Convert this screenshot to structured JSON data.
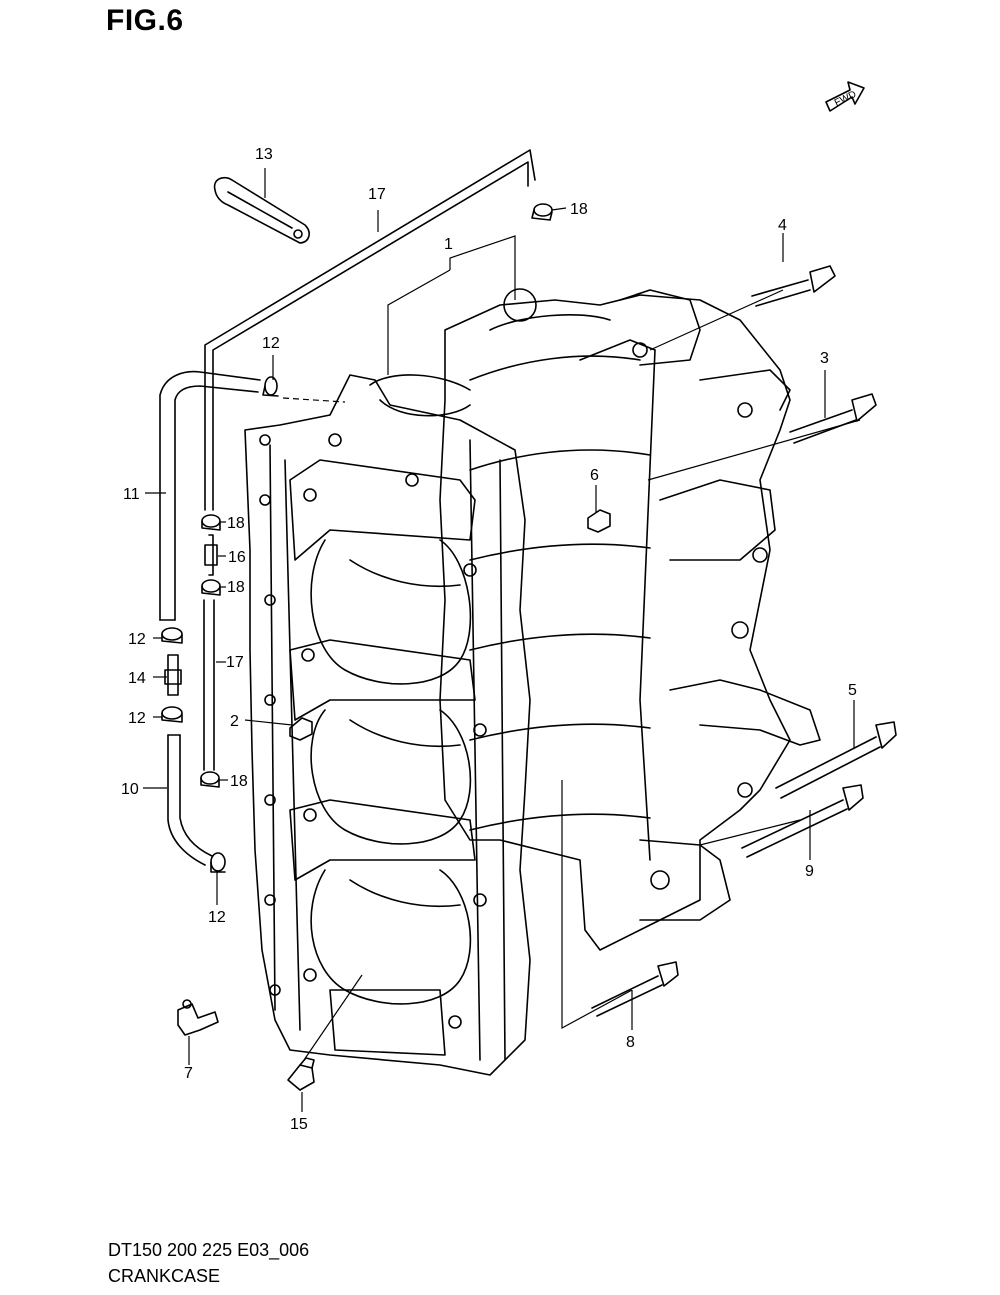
{
  "figure": {
    "title": "FIG.6",
    "direction_badge": "FWD"
  },
  "callouts": {
    "c1": "1",
    "c2": "2",
    "c3": "3",
    "c4": "4",
    "c5": "5",
    "c6": "6",
    "c7": "7",
    "c8": "8",
    "c9": "9",
    "c10": "10",
    "c11": "11",
    "c12a": "12",
    "c12b": "12",
    "c12c": "12",
    "c12d": "12",
    "c13": "13",
    "c14": "14",
    "c15": "15",
    "c16": "16",
    "c17a": "17",
    "c17b": "17",
    "c18a": "18",
    "c18b": "18",
    "c18c": "18",
    "c18d": "18"
  },
  "footer": {
    "code": "DT150 200 225 E03_006",
    "name": "CRANKCASE"
  }
}
